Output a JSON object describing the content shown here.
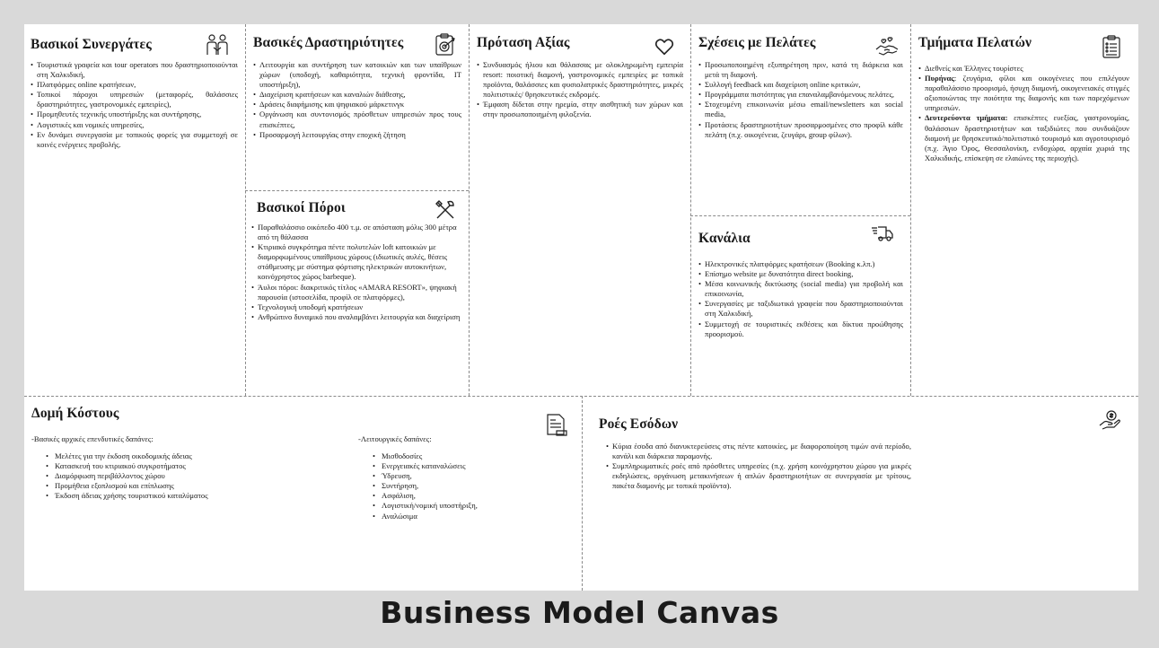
{
  "footer_title": "Business Model Canvas",
  "partners": {
    "title": "Βασικοί Συνεργάτες",
    "icon": "partners-icon",
    "items": [
      "Τουριστικά γραφεία και tour operators που δραστηριοποιούνται στη Χαλκιδική,",
      "Πλατφόρμες online κρατήσεων,",
      "Τοπικοί πάροχοι υπηρεσιών (μεταφορές, θαλάσσιες δραστηριότητες, γαστρονομικές εμπειρίες),",
      "Προμηθευτές τεχνικής υποστήριξης και συντήρησης,",
      "Λογιστικές και νομικές υπηρεσίες,",
      "Εν δυνάμει συνεργασία με τοπικούς φορείς για συμμετοχή σε κοινές ενέργειες προβολής."
    ]
  },
  "activities": {
    "title": "Βασικές Δραστηριότητες",
    "icon": "activities-target-icon",
    "items": [
      "Λειτουργία και συντήρηση των κατοικιών και των υπαίθριων χώρων (υποδοχή, καθαριότητα, τεχνική φροντίδα, IT υποστήριξη),",
      "Διαχείριση κρατήσεων και καναλιών διάθεσης,",
      "Δράσεις διαφήμισης και ψηφιακού μάρκετινγκ",
      "Οργάνωση και συντονισμός πρόσθετων υπηρεσιών προς τους επισκέπτες,",
      "Προσαρμογή λειτουργίας στην εποχική ζήτηση"
    ]
  },
  "resources": {
    "title": "Βασικοί Πόροι",
    "icon": "tools-icon",
    "items": [
      "Παραθαλάσσιο οικόπεδο 400 τ.μ. σε απόσταση μόλις 300 μέτρα από τη θάλασσα",
      "Κτιριακό συγκρότημα πέντε πολυτελών loft κατοικιών με διαμορφωμένους υπαίθριους χώρους (ιδιωτικές αυλές, θέσεις στάθμευσης με σύστημα φόρτισης ηλεκτρικών αυτοκινήτων, κοινόχρηστος χώρος barbeque).",
      "Άυλοι πόροι: διακριτικός τίτλος «AMARA RESORT», ψηφιακή παρουσία (ιστοσελίδα, προφίλ σε πλατφόρμες),",
      "Τεχνολογική υποδομή κρατήσεων",
      "Ανθρώπινο δυναμικό που αναλαμβάνει λειτουργία και διαχείριση"
    ]
  },
  "value": {
    "title": "Πρόταση Αξίας",
    "icon": "heart-icon",
    "items": [
      "Συνδυασμός ήλιου και θάλασσας με ολοκληρωμένη εμπειρία resort: ποιοτική διαμονή, γαστρονομικές εμπειρίες με τοπικά προϊόντα, θαλάσσιες και φυσιολατρικές δραστηριότητες, μικρές πολιτιστικές/ θρησκευτικές εκδρομές.",
      "Έμφαση δίδεται στην ηρεμία, στην αισθητική των χώρων και στην προσωποποιημένη φιλοξενία."
    ]
  },
  "relations": {
    "title": "Σχέσεις με Πελάτες",
    "icon": "handshake-hearts-icon",
    "items": [
      "Προσωποποιημένη εξυπηρέτηση πριν, κατά τη διάρκεια και μετά τη διαμονή.",
      "Συλλογή feedback και διαχείριση online κριτικών,",
      "Προγράμματα πιστότητας για επαναλαμβανόμενους πελάτες,",
      "Στοχευμένη επικοινωνία μέσω email/newsletters και social media,",
      "Προτάσεις δραστηριοτήτων προσαρμοσμένες στο προφίλ κάθε πελάτη (π.χ. οικογένεια, ζευγάρι, group φίλων)."
    ]
  },
  "channels": {
    "title": "Κανάλια",
    "icon": "delivery-truck-icon",
    "items": [
      "Ηλεκτρονικές πλατφόρμες κρατήσεων (Booking κ.λπ.)",
      "Επίσημο website με δυνατότητα direct booking,",
      "Μέσα κοινωνικής δικτύωσης (social media) για προβολή και επικοινωνία,",
      "Συνεργασίες με ταξιδιωτικά γραφεία που δραστηριοποιούνται στη Χαλκιδική,",
      "Συμμετοχή σε τουριστικές εκθέσεις και δίκτυα προώθησης προορισμού."
    ]
  },
  "segments": {
    "title": "Τμήματα Πελατών",
    "icon": "list-document-icon",
    "item1": "Διεθνείς και Έλληνες τουρίστες",
    "item2_bold": "Πυρήνας",
    "item2_text": ": ζευγάρια, φίλοι και οικογένειες που επιλέγουν παραθαλάσσιο προορισμό, ήσυχη διαμονή, οικογενειακές στιγμές αξιοποιώντας την ποιότητα της διαμονής και των παρεχόμενων υπηρεσιών.",
    "item3_bold": "Δευτερεύοντα τμήματα:",
    "item3_text": " επισκέπτες ευεξίας, γαστρονομίας, θαλάσσιων δραστηριοτήτων και ταξιδιώτες που συνδυάζουν διαμονή με θρησκευτικό/πολιτιστικό τουρισμό και αγροτουρισμό (π.χ. Άγιο Όρος, Θεσσαλονίκη, ενδοχώρα, αρχαία χωριά της Χαλκιδικής, επίσκεψη σε ελαιώνες της περιοχής)."
  },
  "costs": {
    "title": "Δομή Κόστους",
    "icon": "invoice-icon",
    "initial_label": "-Βασικές αρχικές επενδυτικές δαπάνες:",
    "initial_items": [
      "Μελέτες για την έκδοση οικοδομικής άδειας",
      "Κατασκευή του κτιριακού συγκροτήματος",
      "Διαμόρφωση περιβάλλοντος χώρου",
      "Προμήθεια εξοπλισμού και επίπλωσης",
      "Έκδοση άδειας χρήσης τουριστικού καταλύματος"
    ],
    "operating_label": "-Λειτουργικές δαπάνες:",
    "operating_items": [
      "Μισθοδοσίες",
      "Ενεργειακές καταναλώσεις",
      "Ύδρευση,",
      "Συντήρηση,",
      "Ασφάλιση,",
      "Λογιστική/νομική υποστήριξη,",
      "Αναλώσιμα"
    ]
  },
  "revenue": {
    "title": "Ροές Εσόδων",
    "icon": "money-hand-icon",
    "items": [
      "Κύρια έσοδα από διανυκτερεύσεις στις πέντε κατοικίες, με διαφοροποίηση τιμών ανά περίοδο, κανάλι και διάρκεια παραμονής.",
      "Συμπληρωματικές ροές από πρόσθετες υπηρεσίες (π.χ. χρήση κοινόχρηστου χώρου για μικρές εκδηλώσεις, οργάνωση μετακινήσεων ή απλών δραστηριοτήτων σε συνεργασία με τρίτους, πακέτα διαμονής με τοπικά προϊόντα)."
    ]
  }
}
